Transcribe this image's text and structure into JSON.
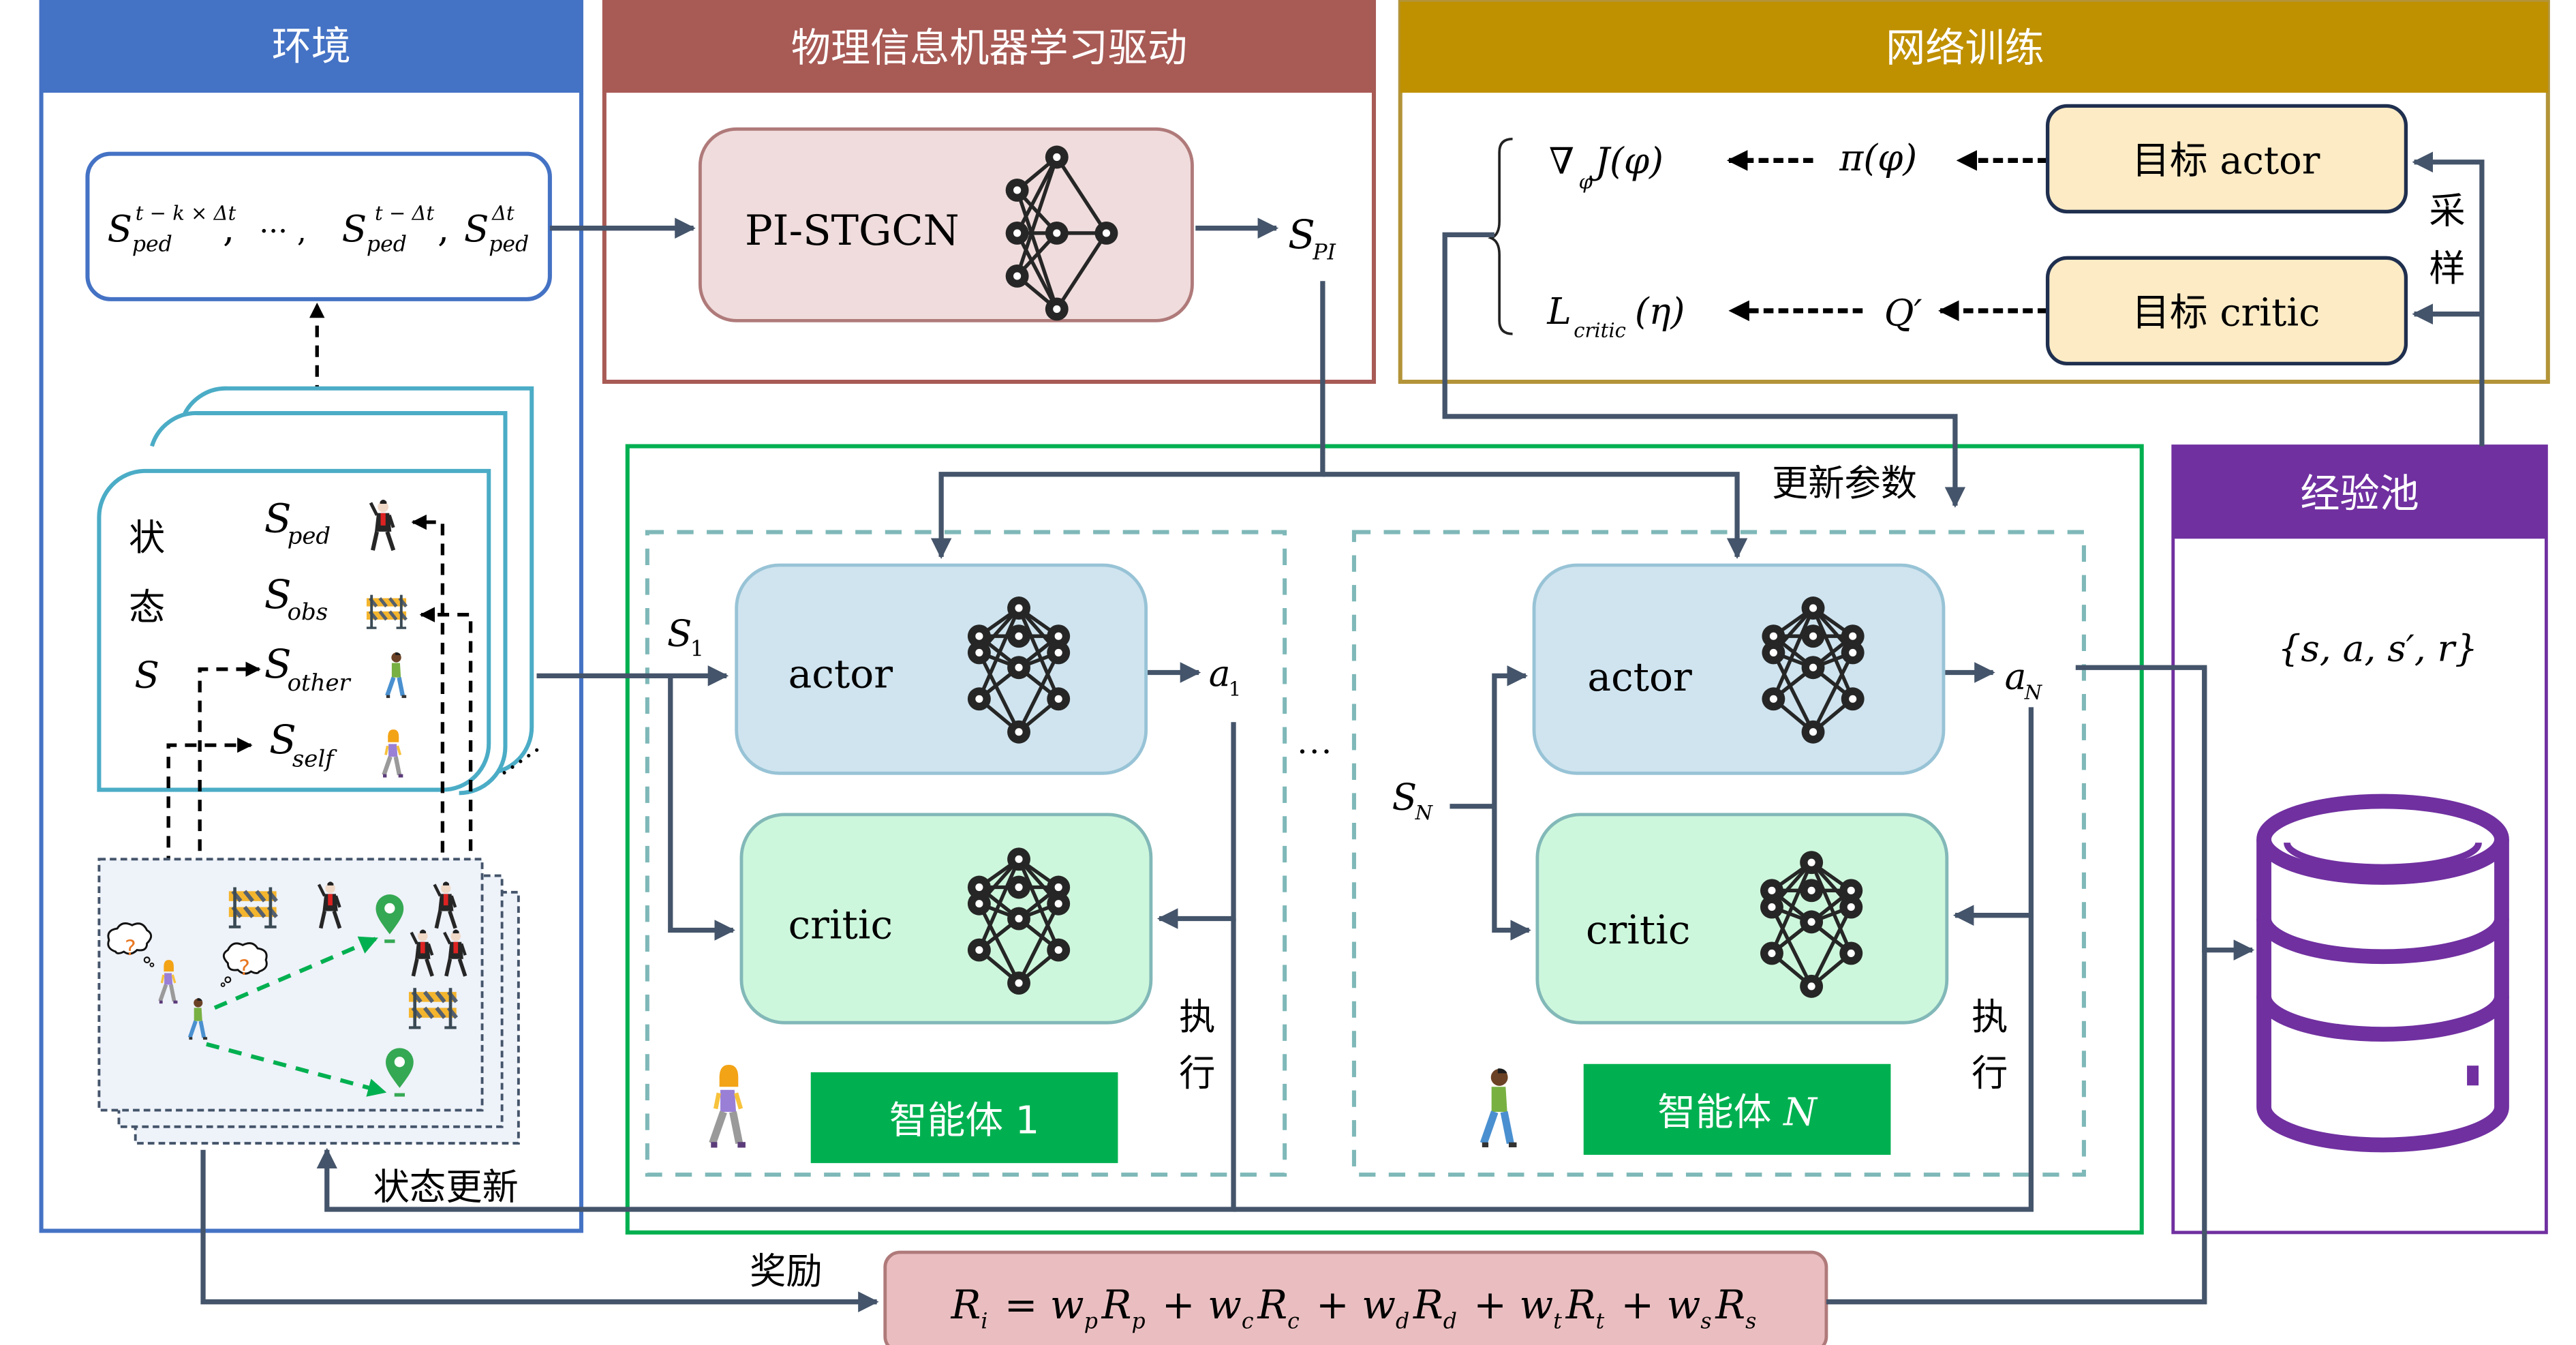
{
  "colors": {
    "env": "#4472c4",
    "piml": "#a85a55",
    "train": "#bf9000",
    "train_border": "#b39438",
    "agents": "#00b050",
    "pool": "#7030a0",
    "flow": "#44546a",
    "cyan": "#4bacc6",
    "actor_fill": "#cfe4ef",
    "critic_fill": "#cdf7dc",
    "target_fill": "#fdebc5",
    "reward_fill": "#eabec0",
    "pistgcn_fill": "#f0dcdc",
    "agent_dash": "#7fb8b8",
    "goal_green": "#34a853"
  },
  "panels": {
    "env": {
      "title": "环境"
    },
    "piml": {
      "title": "物理信息机器学习驱动"
    },
    "train": {
      "title": "网络训练"
    },
    "pool": {
      "title": "经验池"
    }
  },
  "env": {
    "history": {
      "S": "S",
      "sub": "ped",
      "sup1": "t − k × Δt",
      "sep1": ",",
      "dots": "··· ,",
      "sup2": "t − Δt",
      "sep2": ",",
      "sup3": "Δt"
    },
    "state_label": [
      "状",
      "态",
      "S"
    ],
    "state_items": [
      {
        "S": "S",
        "sub": "ped",
        "icon": "pedestrian-dancer-icon"
      },
      {
        "S": "S",
        "sub": "obs",
        "icon": "barrier-icon"
      },
      {
        "S": "S",
        "sub": "other",
        "icon": "walking-man-icon"
      },
      {
        "S": "S",
        "sub": "self",
        "icon": "walking-woman-icon"
      }
    ],
    "stack_dots": "·····",
    "scene_thought": "?",
    "state_update_label": "状态更新"
  },
  "piml": {
    "model": "PI-STGCN",
    "output_S": "S",
    "output_sub": "PI"
  },
  "train": {
    "grad": {
      "nabla": "∇",
      "sub": "φ",
      "rest": "J(φ)"
    },
    "pi": "π(φ)",
    "loss": {
      "L": "L",
      "sub": "critic",
      "rest": "(η)"
    },
    "qprime": "Q′",
    "target_actor": "目标 actor",
    "target_critic": "目标 critic",
    "sampling": [
      "采",
      "样"
    ]
  },
  "agents": {
    "update_params": "更新参数",
    "ellipsis": "···",
    "list": [
      {
        "state_S": "S",
        "state_sub": "1",
        "actor": "actor",
        "critic": "critic",
        "action_a": "a",
        "action_sub": "1",
        "execute": [
          "执",
          "行"
        ],
        "name": "智能体 1"
      },
      {
        "state_S": "S",
        "state_sub": "N",
        "actor": "actor",
        "critic": "critic",
        "action_a": "a",
        "action_sub": "N",
        "execute": [
          "执",
          "行"
        ],
        "name_prefix": "智能体 ",
        "name_var": "N"
      }
    ]
  },
  "pool": {
    "tuple": "{s,  a,  s′,  r}"
  },
  "reward": {
    "label": "奖励",
    "formula": {
      "lhs": "R",
      "lhs_sub": "i",
      "terms": [
        {
          "w": "w",
          "ws": "p",
          "R": "R",
          "Rs": "p"
        },
        {
          "w": "w",
          "ws": "c",
          "R": "R",
          "Rs": "c"
        },
        {
          "w": "w",
          "ws": "d",
          "R": "R",
          "Rs": "d"
        },
        {
          "w": "w",
          "ws": "t",
          "R": "R",
          "Rs": "t"
        },
        {
          "w": "w",
          "ws": "s",
          "R": "R",
          "Rs": "s"
        }
      ]
    }
  }
}
